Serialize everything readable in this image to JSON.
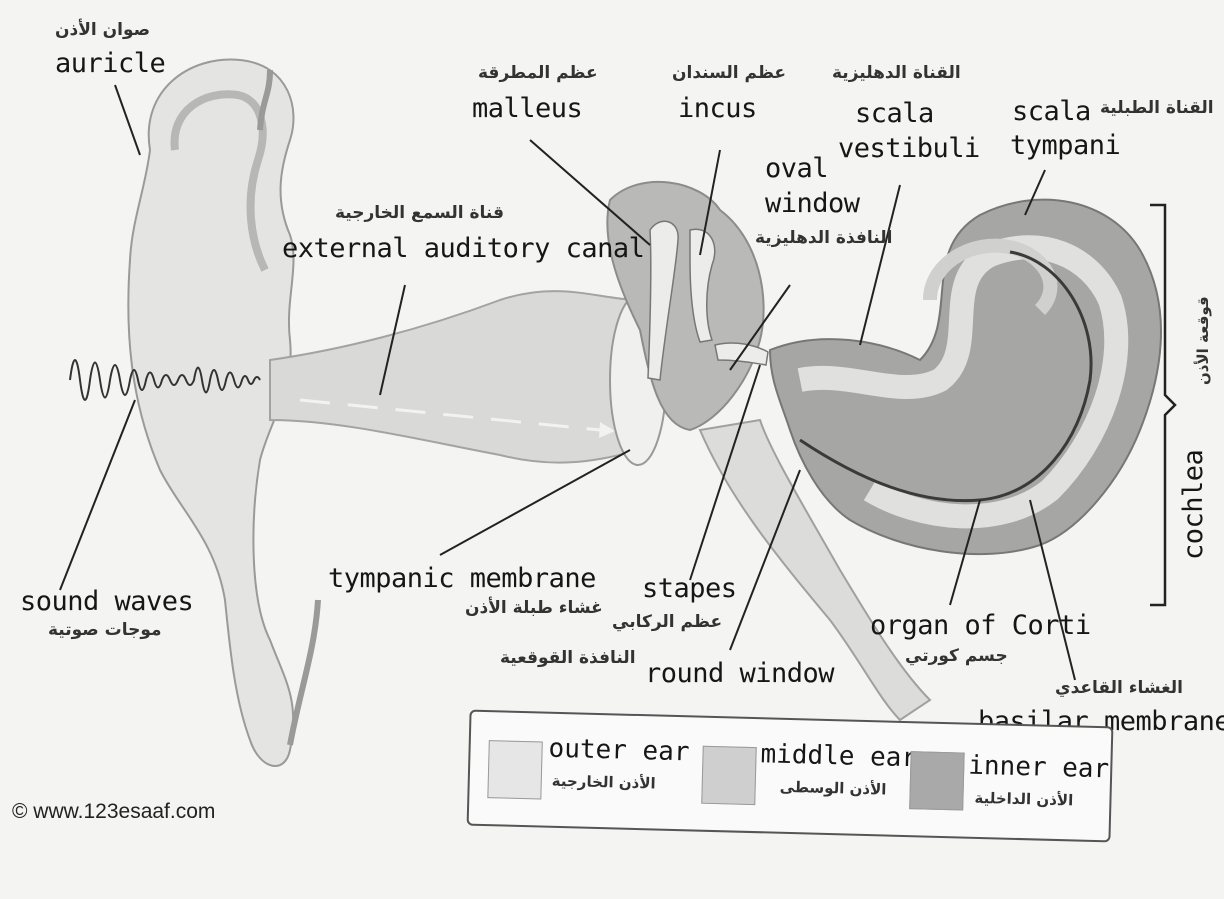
{
  "labels": {
    "auricle": {
      "en": "auricle",
      "ar": "صوان الأذن"
    },
    "malleus": {
      "en": "malleus",
      "ar": "عظم المطرقة"
    },
    "incus": {
      "en": "incus",
      "ar": "عظم السندان"
    },
    "scala_vestibuli": {
      "en1": "scala",
      "en2": "vestibuli",
      "ar": "القناة الدهليزية"
    },
    "scala_tympani": {
      "en1": "scala",
      "en2": "tympani",
      "ar": "القناة الطبلية"
    },
    "oval_window": {
      "en1": "oval",
      "en2": "window",
      "ar": "النافذة الدهليزية"
    },
    "external_auditory_canal": {
      "en": "external auditory canal",
      "ar": "قناة السمع الخارجية"
    },
    "cochlea": {
      "en": "cochlea",
      "ar": "قوقعة الأذن"
    },
    "sound_waves": {
      "en": "sound waves",
      "ar": "موجات صوتية"
    },
    "tympanic_membrane": {
      "en": "tympanic membrane",
      "ar": "غشاء طبلة الأذن"
    },
    "stapes": {
      "en": "stapes",
      "ar": "عظم الركابي"
    },
    "round_window": {
      "en": "round window",
      "ar": "النافذة القوقعية"
    },
    "organ_of_corti": {
      "en": "organ of Corti",
      "ar": "جسم كورتي"
    },
    "basilar_membrane": {
      "en": "basilar membrane",
      "ar": "الغشاء القاعدي"
    }
  },
  "legend": [
    {
      "en": "outer ear",
      "ar": "الأذن الخارجية",
      "color": "#e6e6e6"
    },
    {
      "en": "middle ear",
      "ar": "الأذن الوسطى",
      "color": "#cfcfcf"
    },
    {
      "en": "inner ear",
      "ar": "الأذن الداخلية",
      "color": "#a9a9a9"
    }
  ],
  "copyright": "© www.123esaaf.com"
}
